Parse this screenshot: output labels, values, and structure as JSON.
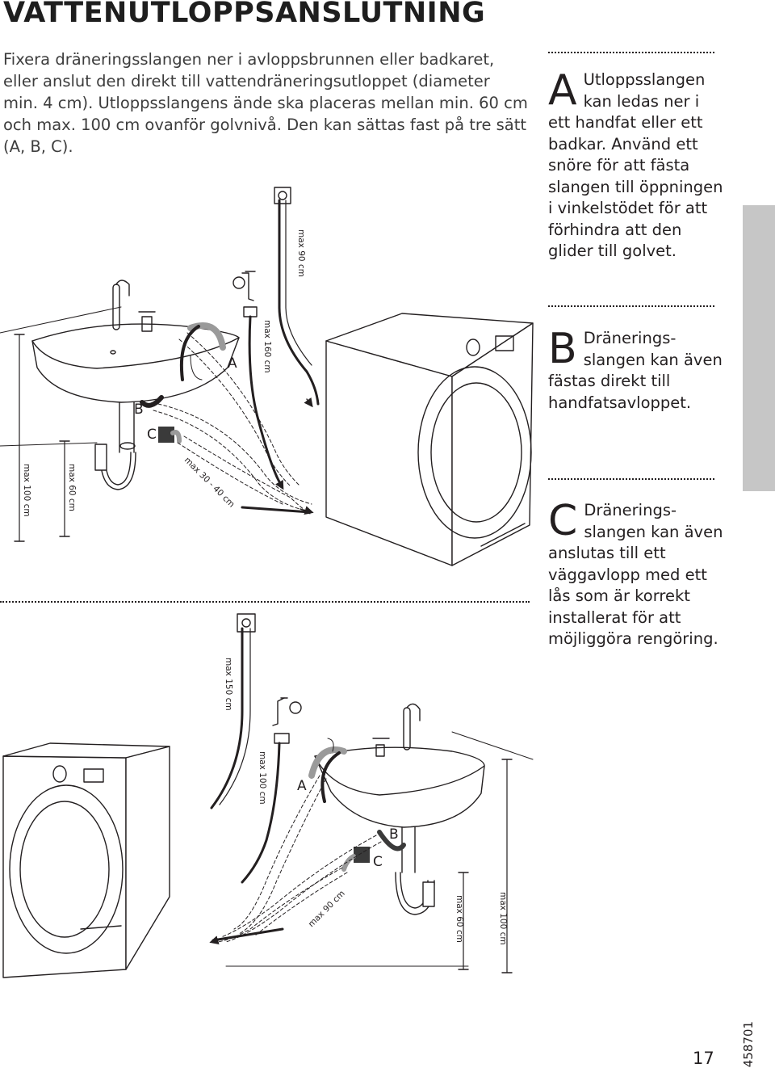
{
  "title": "VATTENUTLOPPSANSLUTNING",
  "intro": "Fixera dräneringsslangen ner i avloppsbrunnen eller badkaret, eller anslut den direkt till vattendräneringsutloppet (diameter min. 4 cm). Utloppsslangens ände ska placeras mellan min. 60 cm och max. 100 cm ovanför golvnivå. Den kan sättas fast på tre sätt (A, B, C).",
  "options": [
    {
      "letter": "A",
      "text": "Utloppsslangen kan ledas ner i ett handfat eller ett badkar. Använd ett snöre för att fästa slangen till öppningen i vinkelstödet för att förhindra att den glider till golvet."
    },
    {
      "letter": "B",
      "text": "Dränerings-slangen kan även fästas direkt till handfatsavloppet."
    },
    {
      "letter": "C",
      "text": "Dränerings-slangen kan även anslutas till ett väggavlopp med ett lås som är korrekt installerat för att möjliggöra rengöring."
    }
  ],
  "diagram_top": {
    "labels": {
      "a": "A",
      "b": "B",
      "c": "C"
    },
    "dims": {
      "wall_hose": "max 90 cm",
      "tap_hose": "max 160 cm",
      "floor_run": "max 30 - 40 cm",
      "height_max": "max 100 cm",
      "height_min": "max 60 cm"
    }
  },
  "diagram_bottom": {
    "labels": {
      "a": "A",
      "b": "B",
      "c": "C"
    },
    "dims": {
      "wall_hose": "max 150 cm",
      "tap_hose": "max 100 cm",
      "floor_run": "max 90 cm",
      "height_min": "max 60 cm",
      "height_max": "max 100 cm"
    }
  },
  "page_number": "17",
  "doc_code": "458701"
}
